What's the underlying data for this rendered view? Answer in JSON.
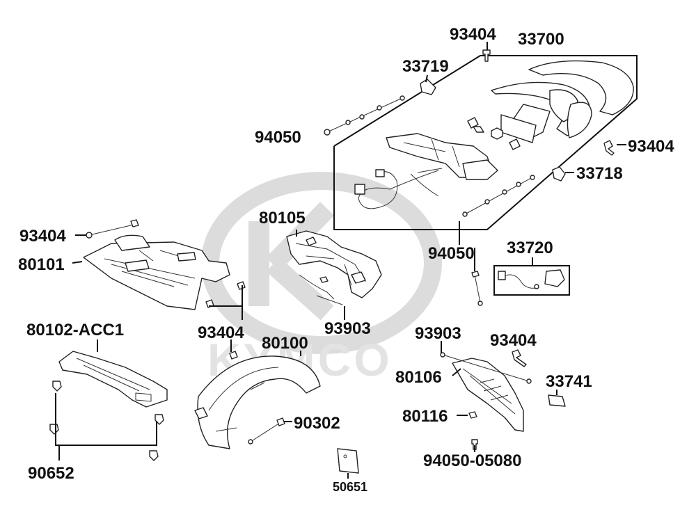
{
  "watermark": {
    "text": "KYMCO"
  },
  "labels": {
    "p93404_top": "93404",
    "p33700": "33700",
    "p33719": "33719",
    "p94050_upper": "94050",
    "p93404_right": "93404",
    "p33718": "33718",
    "p80105": "80105",
    "p93404_left": "93404",
    "p80101": "80101",
    "p94050_mid": "94050",
    "p33720": "33720",
    "p80102": "80102-ACC1",
    "p93404_center": "93404",
    "p93903_center": "93903",
    "p80100": "80100",
    "p93903_right": "93903",
    "p93404_lower_right": "93404",
    "p80106": "80106",
    "p33741": "33741",
    "p80116": "80116",
    "p90302": "90302",
    "p90652": "90652",
    "p94050_05080": "94050-05080",
    "p50651": "50651"
  }
}
